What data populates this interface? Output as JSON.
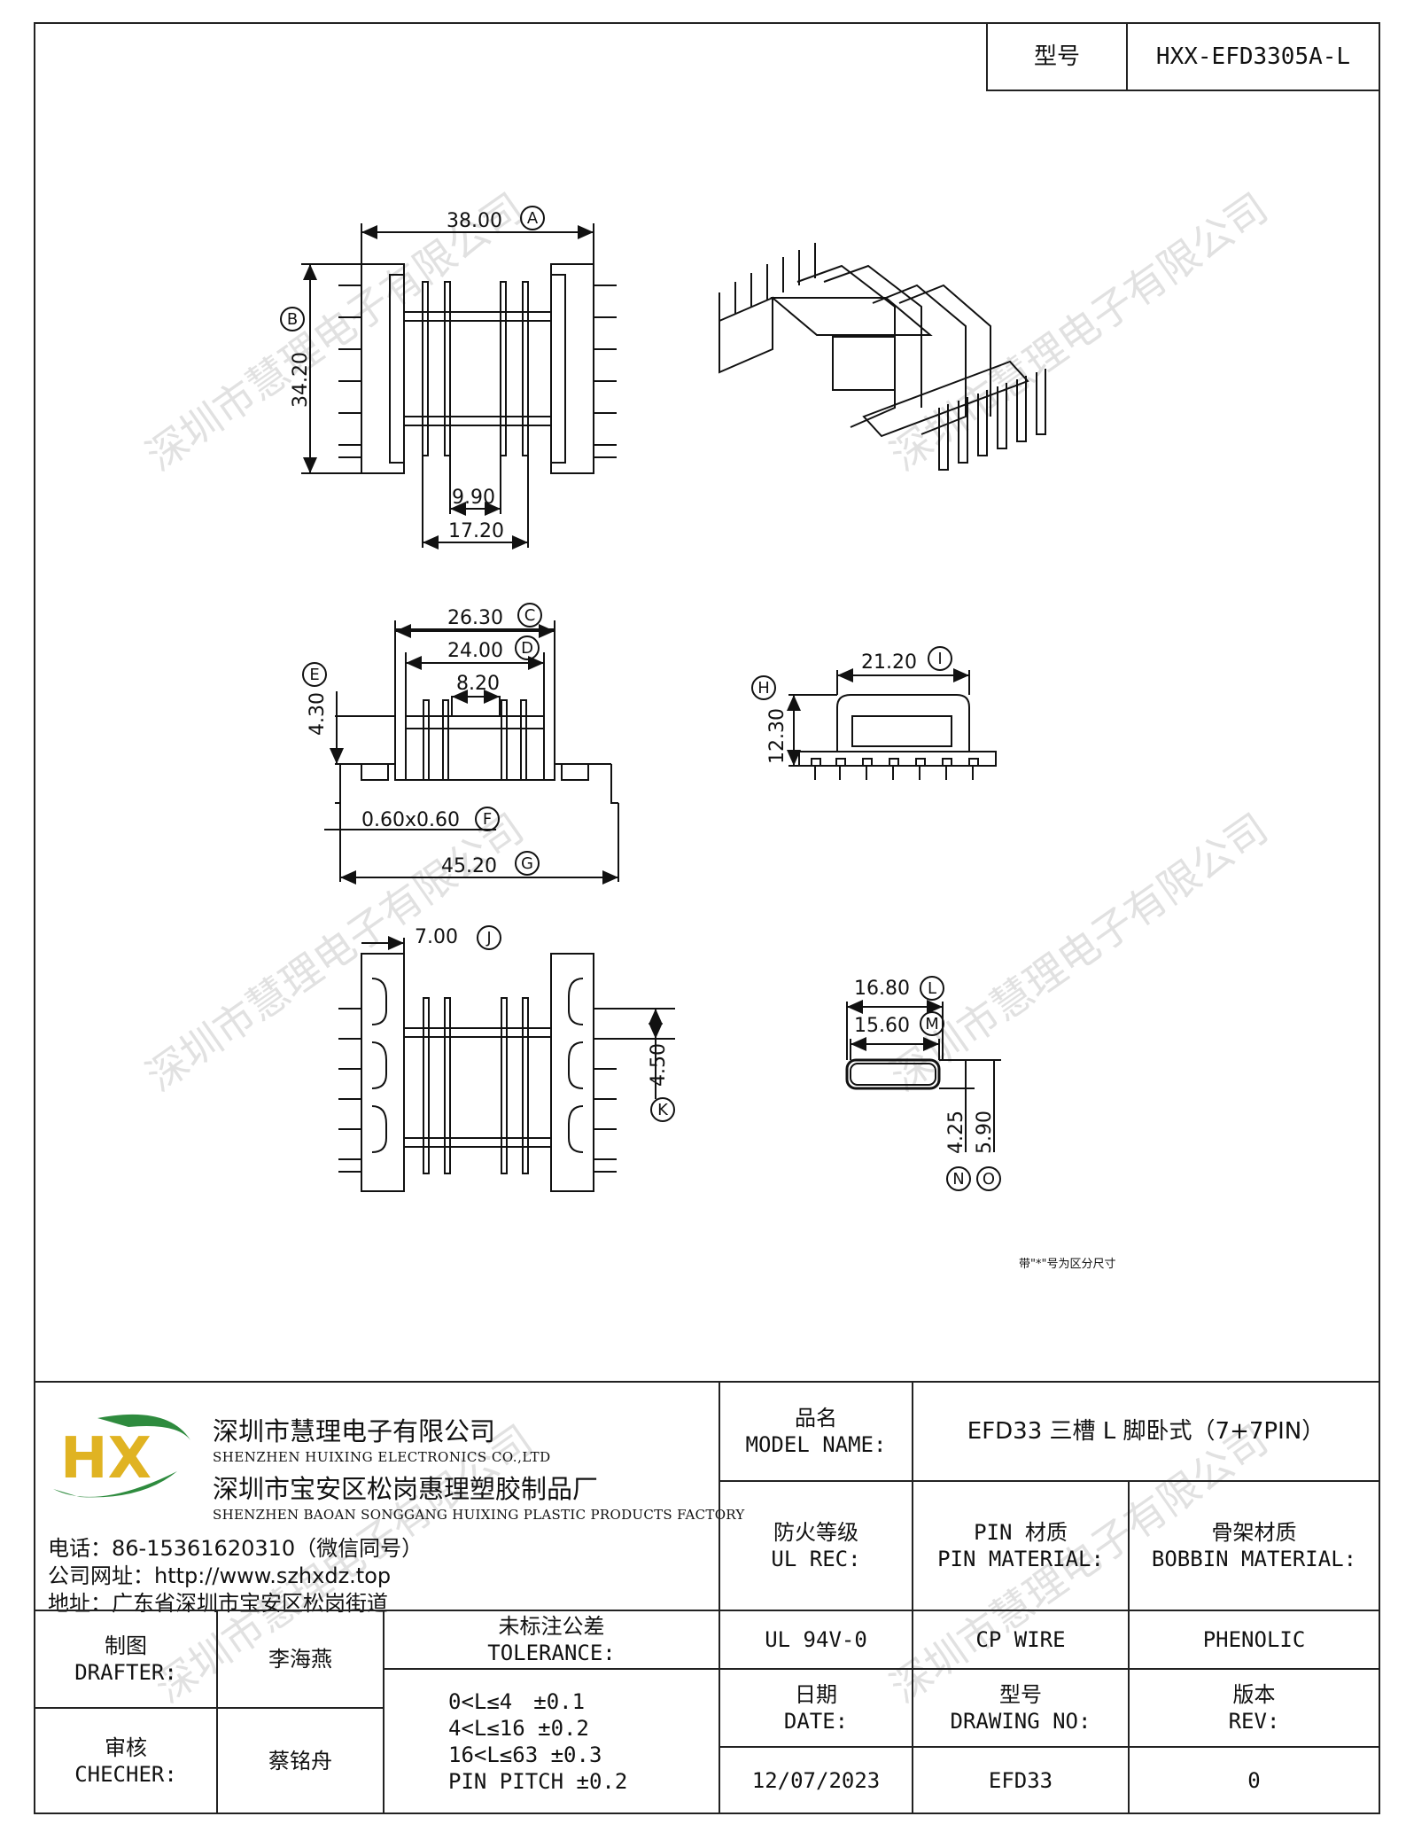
{
  "header": {
    "model_label": "型号",
    "model_value": "HXX-EFD3305A-L"
  },
  "watermark": "深圳市慧理电子有限公司",
  "dimensions": {
    "A": "38.00",
    "B": "34.20",
    "dim_990": "9.90",
    "dim_1720": "17.20",
    "C": "26.30",
    "D": "24.00",
    "dim_820": "8.20",
    "E": "4.30",
    "F": "0.60x0.60",
    "G": "45.20",
    "H": "12.30",
    "I": "21.20",
    "J": "7.00",
    "K": "4.50",
    "L": "16.80",
    "M": "15.60",
    "N": "4.25",
    "O": "5.90"
  },
  "circle_labels": {
    "A": "A",
    "B": "B",
    "C": "C",
    "D": "D",
    "E": "E",
    "F": "F",
    "G": "G",
    "H": "H",
    "I": "I",
    "J": "J",
    "K": "K",
    "L": "L",
    "M": "M",
    "N": "N",
    "O": "O"
  },
  "note": "带\"*\"号为区分尺寸",
  "company": {
    "name_cn": "深圳市慧理电子有限公司",
    "name_en": "SHENZHEN HUIXING ELECTRONICS CO.,LTD",
    "factory_cn": "深圳市宝安区松岗惠理塑胶制品厂",
    "factory_en": "SHENZHEN BAOAN SONGGANG HUIXING PLASTIC PRODUCTS FACTORY",
    "phone": "电话：86-15361620310（微信同号）",
    "website": "公司网址：http://www.szhxdz.top",
    "address": "地址：广东省深圳市宝安区松岗街道",
    "logo_text": "HX"
  },
  "titleblock": {
    "model_name_cn": "品名",
    "model_name_en": "MODEL NAME:",
    "model_name_value": "EFD33 三槽 L 脚卧式（7+7PIN）",
    "ul_cn": "防火等级",
    "ul_en": "UL REC:",
    "pin_cn": "PIN 材质",
    "pin_en": "PIN MATERIAL:",
    "bobbin_cn": "骨架材质",
    "bobbin_en": "BOBBIN MATERIAL:",
    "ul_value": "UL 94V-0",
    "pin_value": "CP WIRE",
    "bobbin_value": "PHENOLIC",
    "drafter_cn": "制图",
    "drafter_en": "DRAFTER:",
    "drafter_name": "李海燕",
    "checker_cn": "审核",
    "checker_en": "CHECHER:",
    "checker_name": "蔡铭舟",
    "tolerance_cn": "未标注公差",
    "tolerance_en": "TOLERANCE:",
    "tolerance_lines": [
      "0<L≤4　±0.1",
      "4<L≤16 ±0.2",
      "16<L≤63 ±0.3",
      "PIN PITCH ±0.2"
    ],
    "date_cn": "日期",
    "date_en": "DATE:",
    "date_value": "12/07/2023",
    "drawing_cn": "型号",
    "drawing_en": "DRAWING NO:",
    "drawing_value": "EFD33",
    "rev_cn": "版本",
    "rev_en": "REV:",
    "rev_value": "0"
  }
}
